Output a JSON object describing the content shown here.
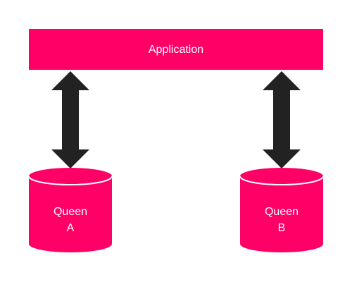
{
  "colors": {
    "node_fill": "#ff0066",
    "arrow_fill": "#222222",
    "cylinder_rim": "#ffffff",
    "label_text": "#ffffff",
    "background": "#ffffff"
  },
  "application": {
    "label": "Application"
  },
  "databases": [
    {
      "name": "queen-a",
      "line1": "Queen",
      "line2": "A"
    },
    {
      "name": "queen-b",
      "line1": "Queen",
      "line2": "B"
    }
  ],
  "connections": [
    {
      "from": "application",
      "to": "queen-a",
      "type": "bidirectional",
      "icon": "double-arrow-icon"
    },
    {
      "from": "application",
      "to": "queen-b",
      "type": "bidirectional",
      "icon": "double-arrow-icon"
    }
  ]
}
